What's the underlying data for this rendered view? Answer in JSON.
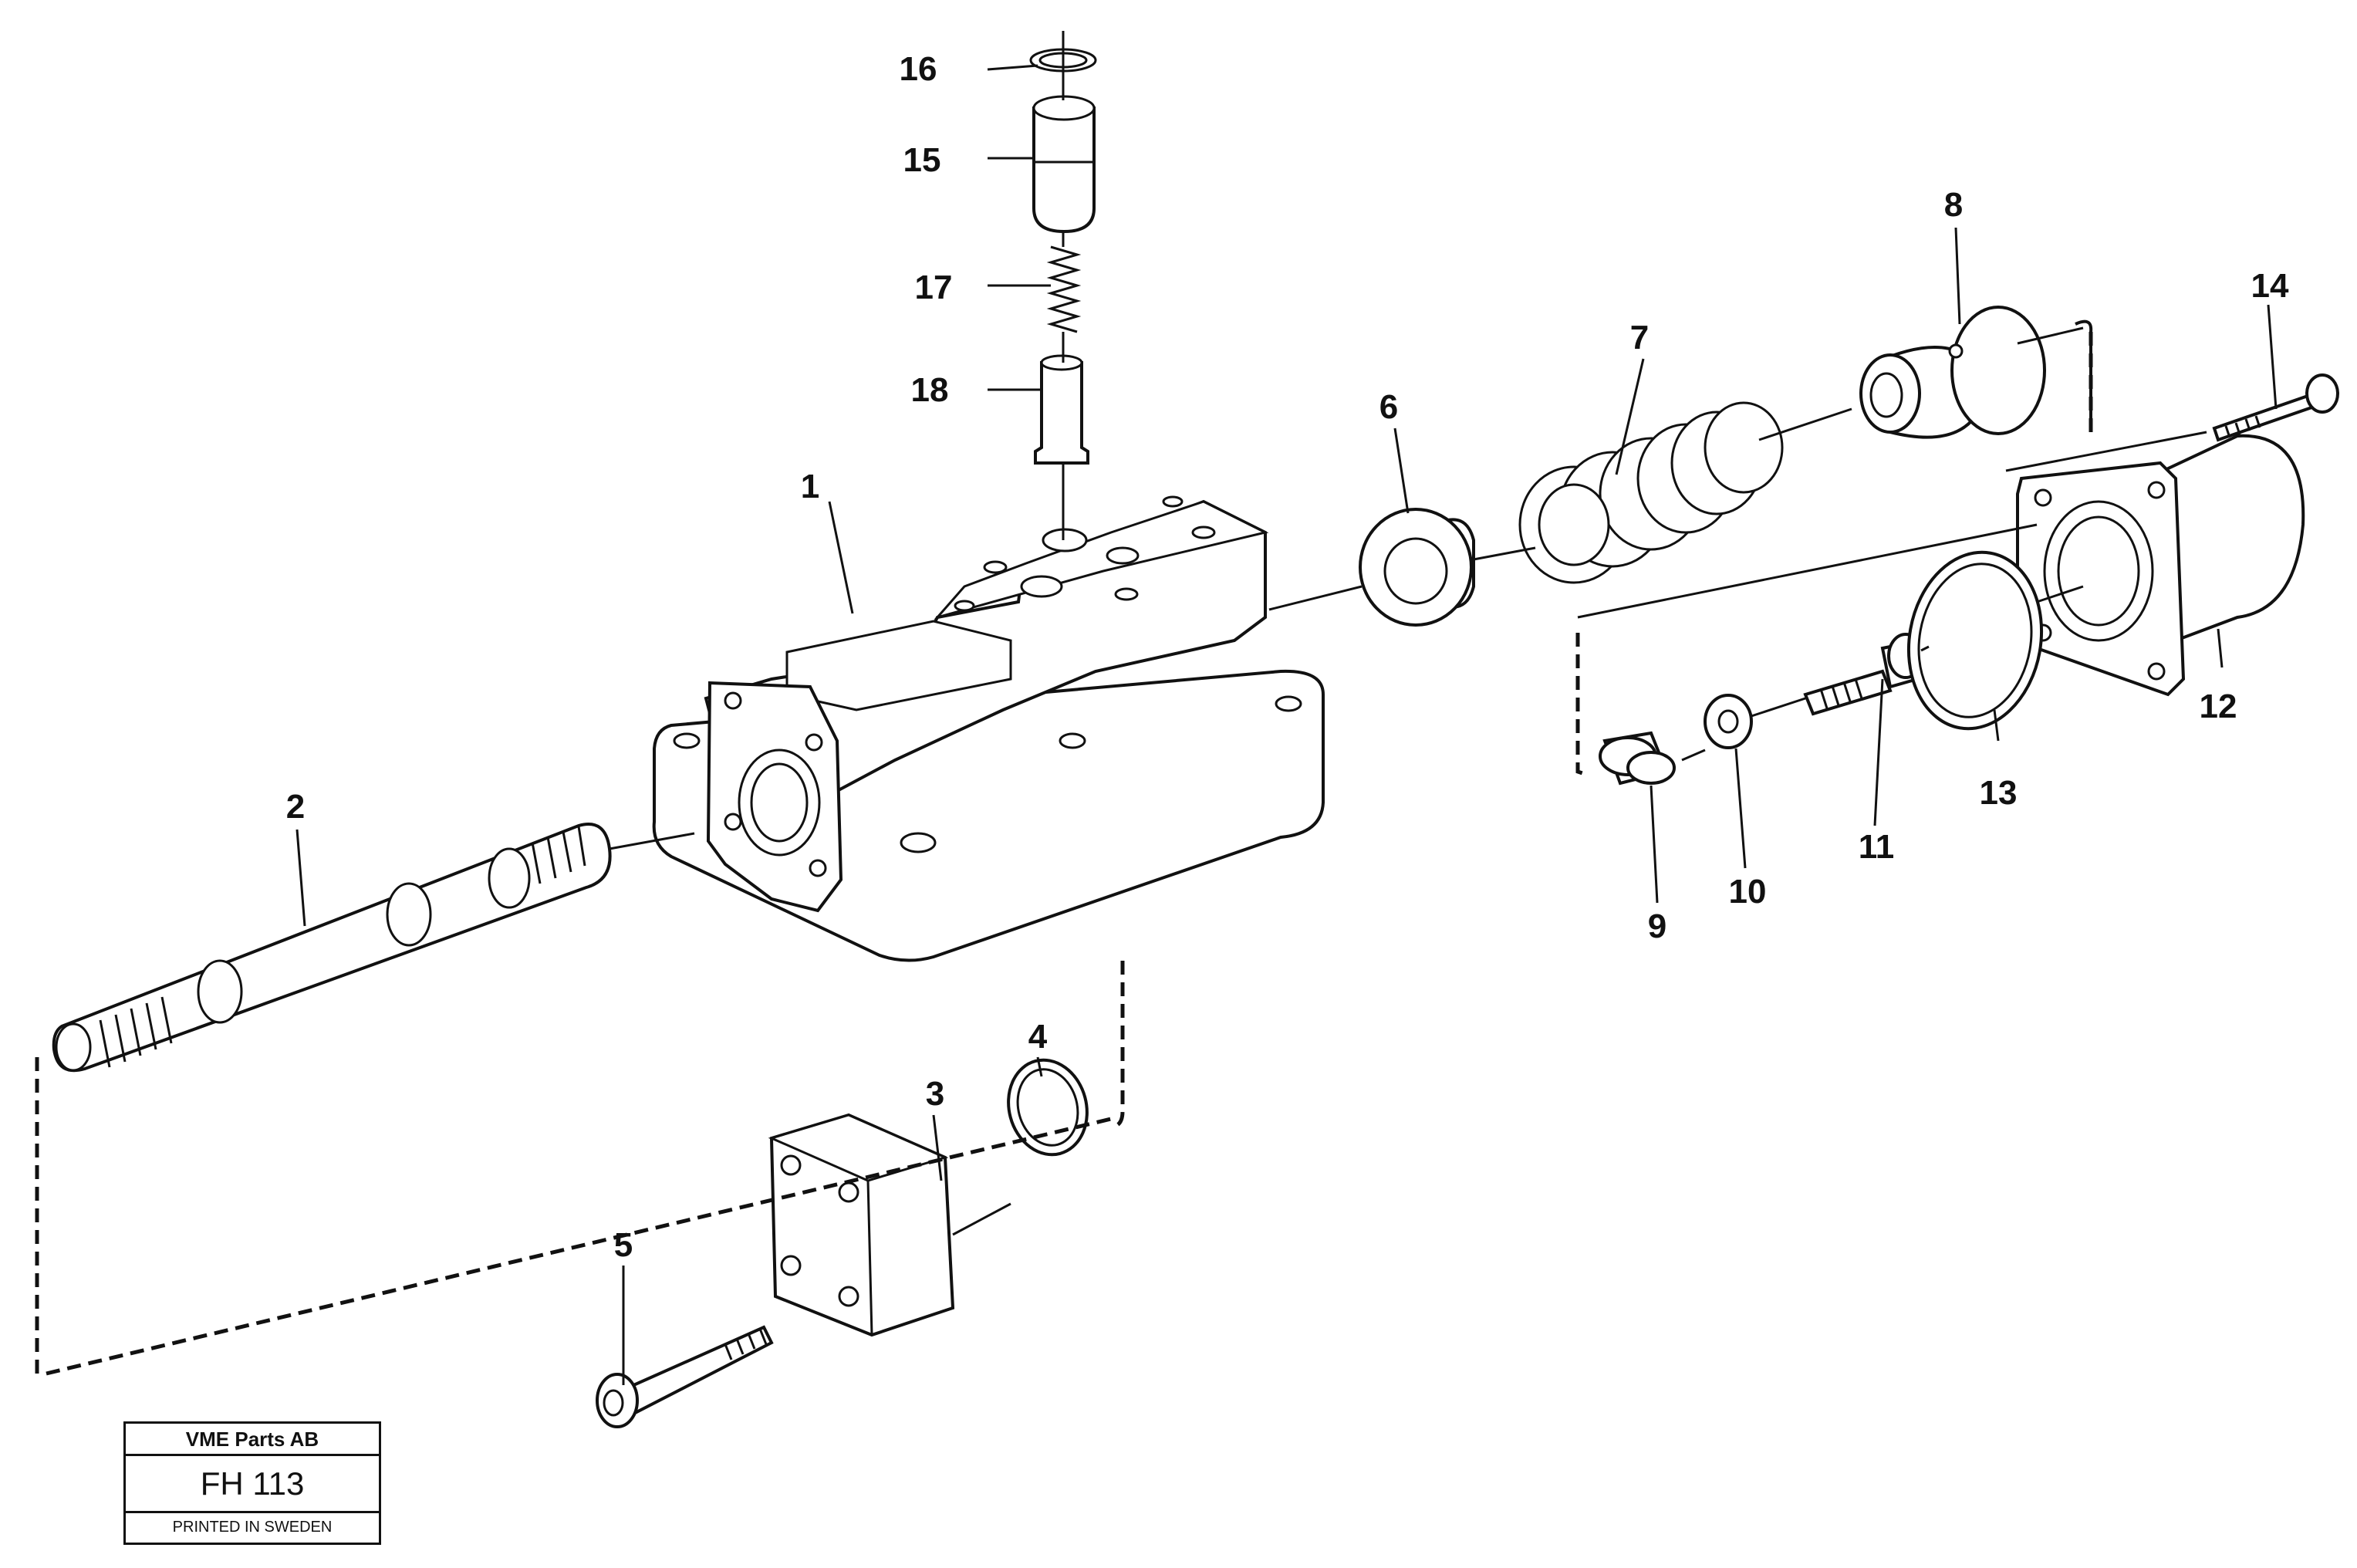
{
  "diagram": {
    "callouts": [
      "1",
      "2",
      "3",
      "4",
      "5",
      "6",
      "7",
      "8",
      "9",
      "10",
      "11",
      "12",
      "13",
      "14",
      "15",
      "16",
      "17",
      "18"
    ]
  },
  "stamp": {
    "company": "VME Parts AB",
    "code": "FH 113",
    "printed": "PRINTED IN SWEDEN"
  }
}
